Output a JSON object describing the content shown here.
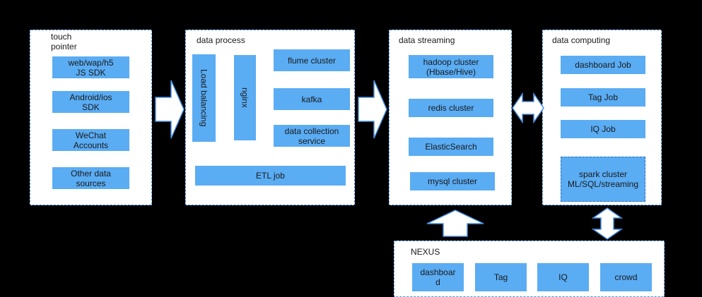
{
  "touch_pointer": {
    "title": "touch\npointer",
    "items": [
      "web/wap/h5\nJS SDK",
      "Android/ios\nSDK",
      "WeChat\nAccounts",
      "Other data\nsources"
    ]
  },
  "data_process": {
    "title": "data process",
    "load_balancing": "Load balancing",
    "nginx": "nginx",
    "flume": "flume cluster",
    "kafka": "kafka",
    "collection": "data collection\nservice",
    "etl": "ETL job"
  },
  "data_streaming": {
    "title": "data streaming",
    "items": [
      "hadoop cluster\n(Hbase/Hive)",
      "redis cluster",
      "ElasticSearch",
      "mysql cluster"
    ]
  },
  "data_computing": {
    "title": "data computing",
    "items": [
      "dashboard Job",
      "Tag Job",
      "IQ Job",
      "spark cluster\nML/SQL/streaming"
    ]
  },
  "nexus": {
    "title": "NEXUS",
    "items": [
      "dashboar\nd",
      "Tag",
      "IQ",
      "crowd"
    ]
  },
  "colors": {
    "box": "#5aacf3",
    "border": "#4a90e2",
    "background": "#000000"
  }
}
